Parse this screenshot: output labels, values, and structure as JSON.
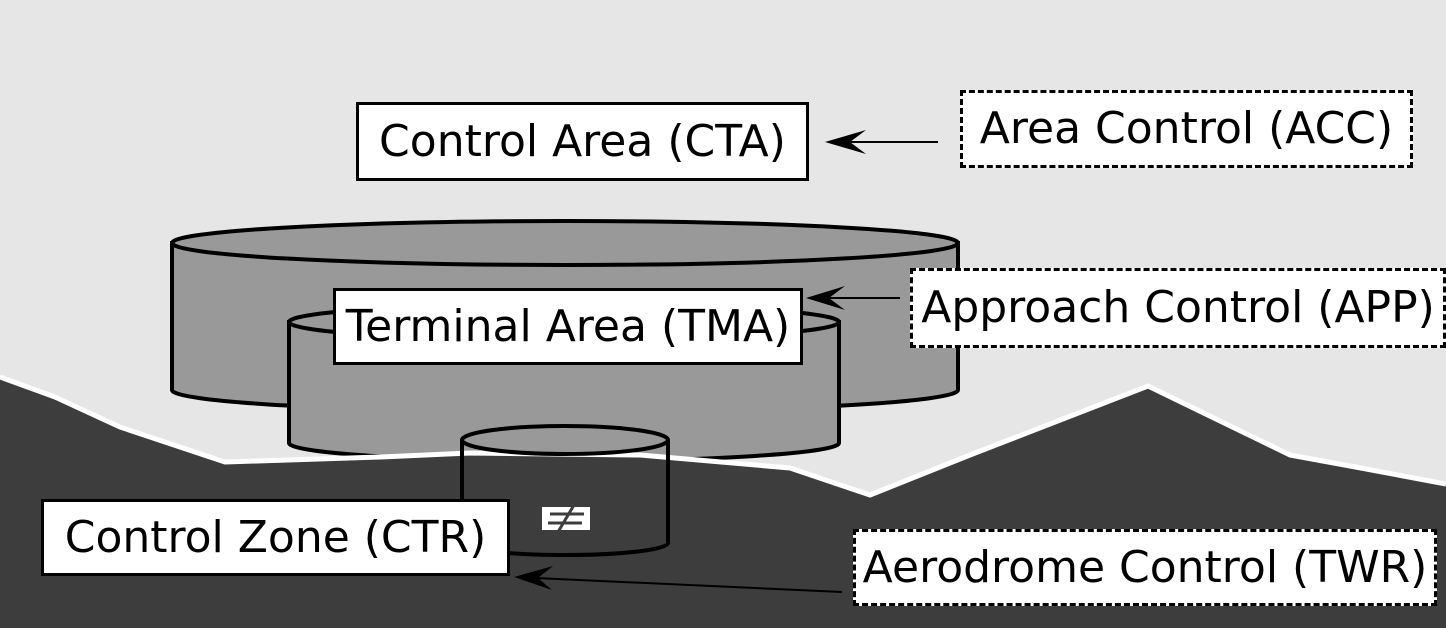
{
  "airspace": {
    "cta_label": "Control Area (CTA)",
    "tma_label": "Terminal Area (TMA)",
    "ctr_label": "Control Zone (CTR)"
  },
  "control_units": {
    "acc_label": "Area Control (ACC)",
    "app_label": "Approach Control (APP)",
    "twr_label": "Aerodrome Control (TWR)"
  },
  "icons": {
    "airport": "airport-icon",
    "arrow": "arrow-icon"
  },
  "colors": {
    "sky": "#e6e6e6",
    "ground": "#3d3d3d",
    "airspace_fill": "#999999",
    "outline": "#000000",
    "label_fill": "#ffffff"
  }
}
